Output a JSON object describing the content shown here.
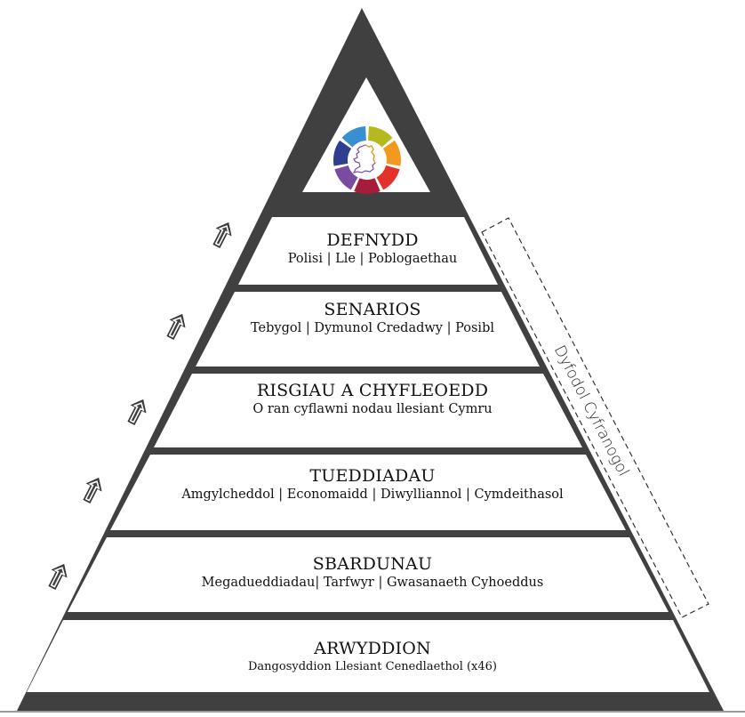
{
  "diagram": {
    "colors": {
      "frame": "#404040",
      "band_fill": "#ffffff",
      "arrow_fill": "#404040",
      "arrow_outline": "#ffffff",
      "dashed_box": "#222222"
    },
    "apex_icon": {
      "name": "wales-wellbeing-goals-wheel",
      "segment_colors": [
        "#b5b81e",
        "#f39a1e",
        "#e3322b",
        "#a51d3a",
        "#7a4ca0",
        "#2e3f8f",
        "#3a8fd1"
      ],
      "map_colors": [
        "#3a8fd1",
        "#b5b81e",
        "#f39a1e",
        "#e3322b",
        "#7a4ca0"
      ]
    },
    "levels": [
      {
        "title": "DEFNYDD",
        "subtitle": "Polisi | Lle | Poblogaethau"
      },
      {
        "title": "SENARIOS",
        "subtitle": "Tebygol | Dymunol  Credadwy | Posibl"
      },
      {
        "title": "RISGIAU A CHYFLEOEDD",
        "subtitle": "O ran cyflawni nodau llesiant Cymru"
      },
      {
        "title": "TUEDDIADAU",
        "subtitle": "Amgylcheddol | Economaidd | Diwylliannol | Cymdeithasol"
      },
      {
        "title": "SBARDUNAU",
        "subtitle": "Megadueddiadau| Tarfwyr | Gwasanaeth Cyhoeddus"
      },
      {
        "title": "ARWYDDION",
        "subtitle": "Dangosyddion Llesiant Cenedlaethol (x46)"
      }
    ],
    "side_label": "Dyfodol Cyfranogol",
    "arrow_count": 5,
    "arrow_icon": "up-right-arrow-icon"
  }
}
